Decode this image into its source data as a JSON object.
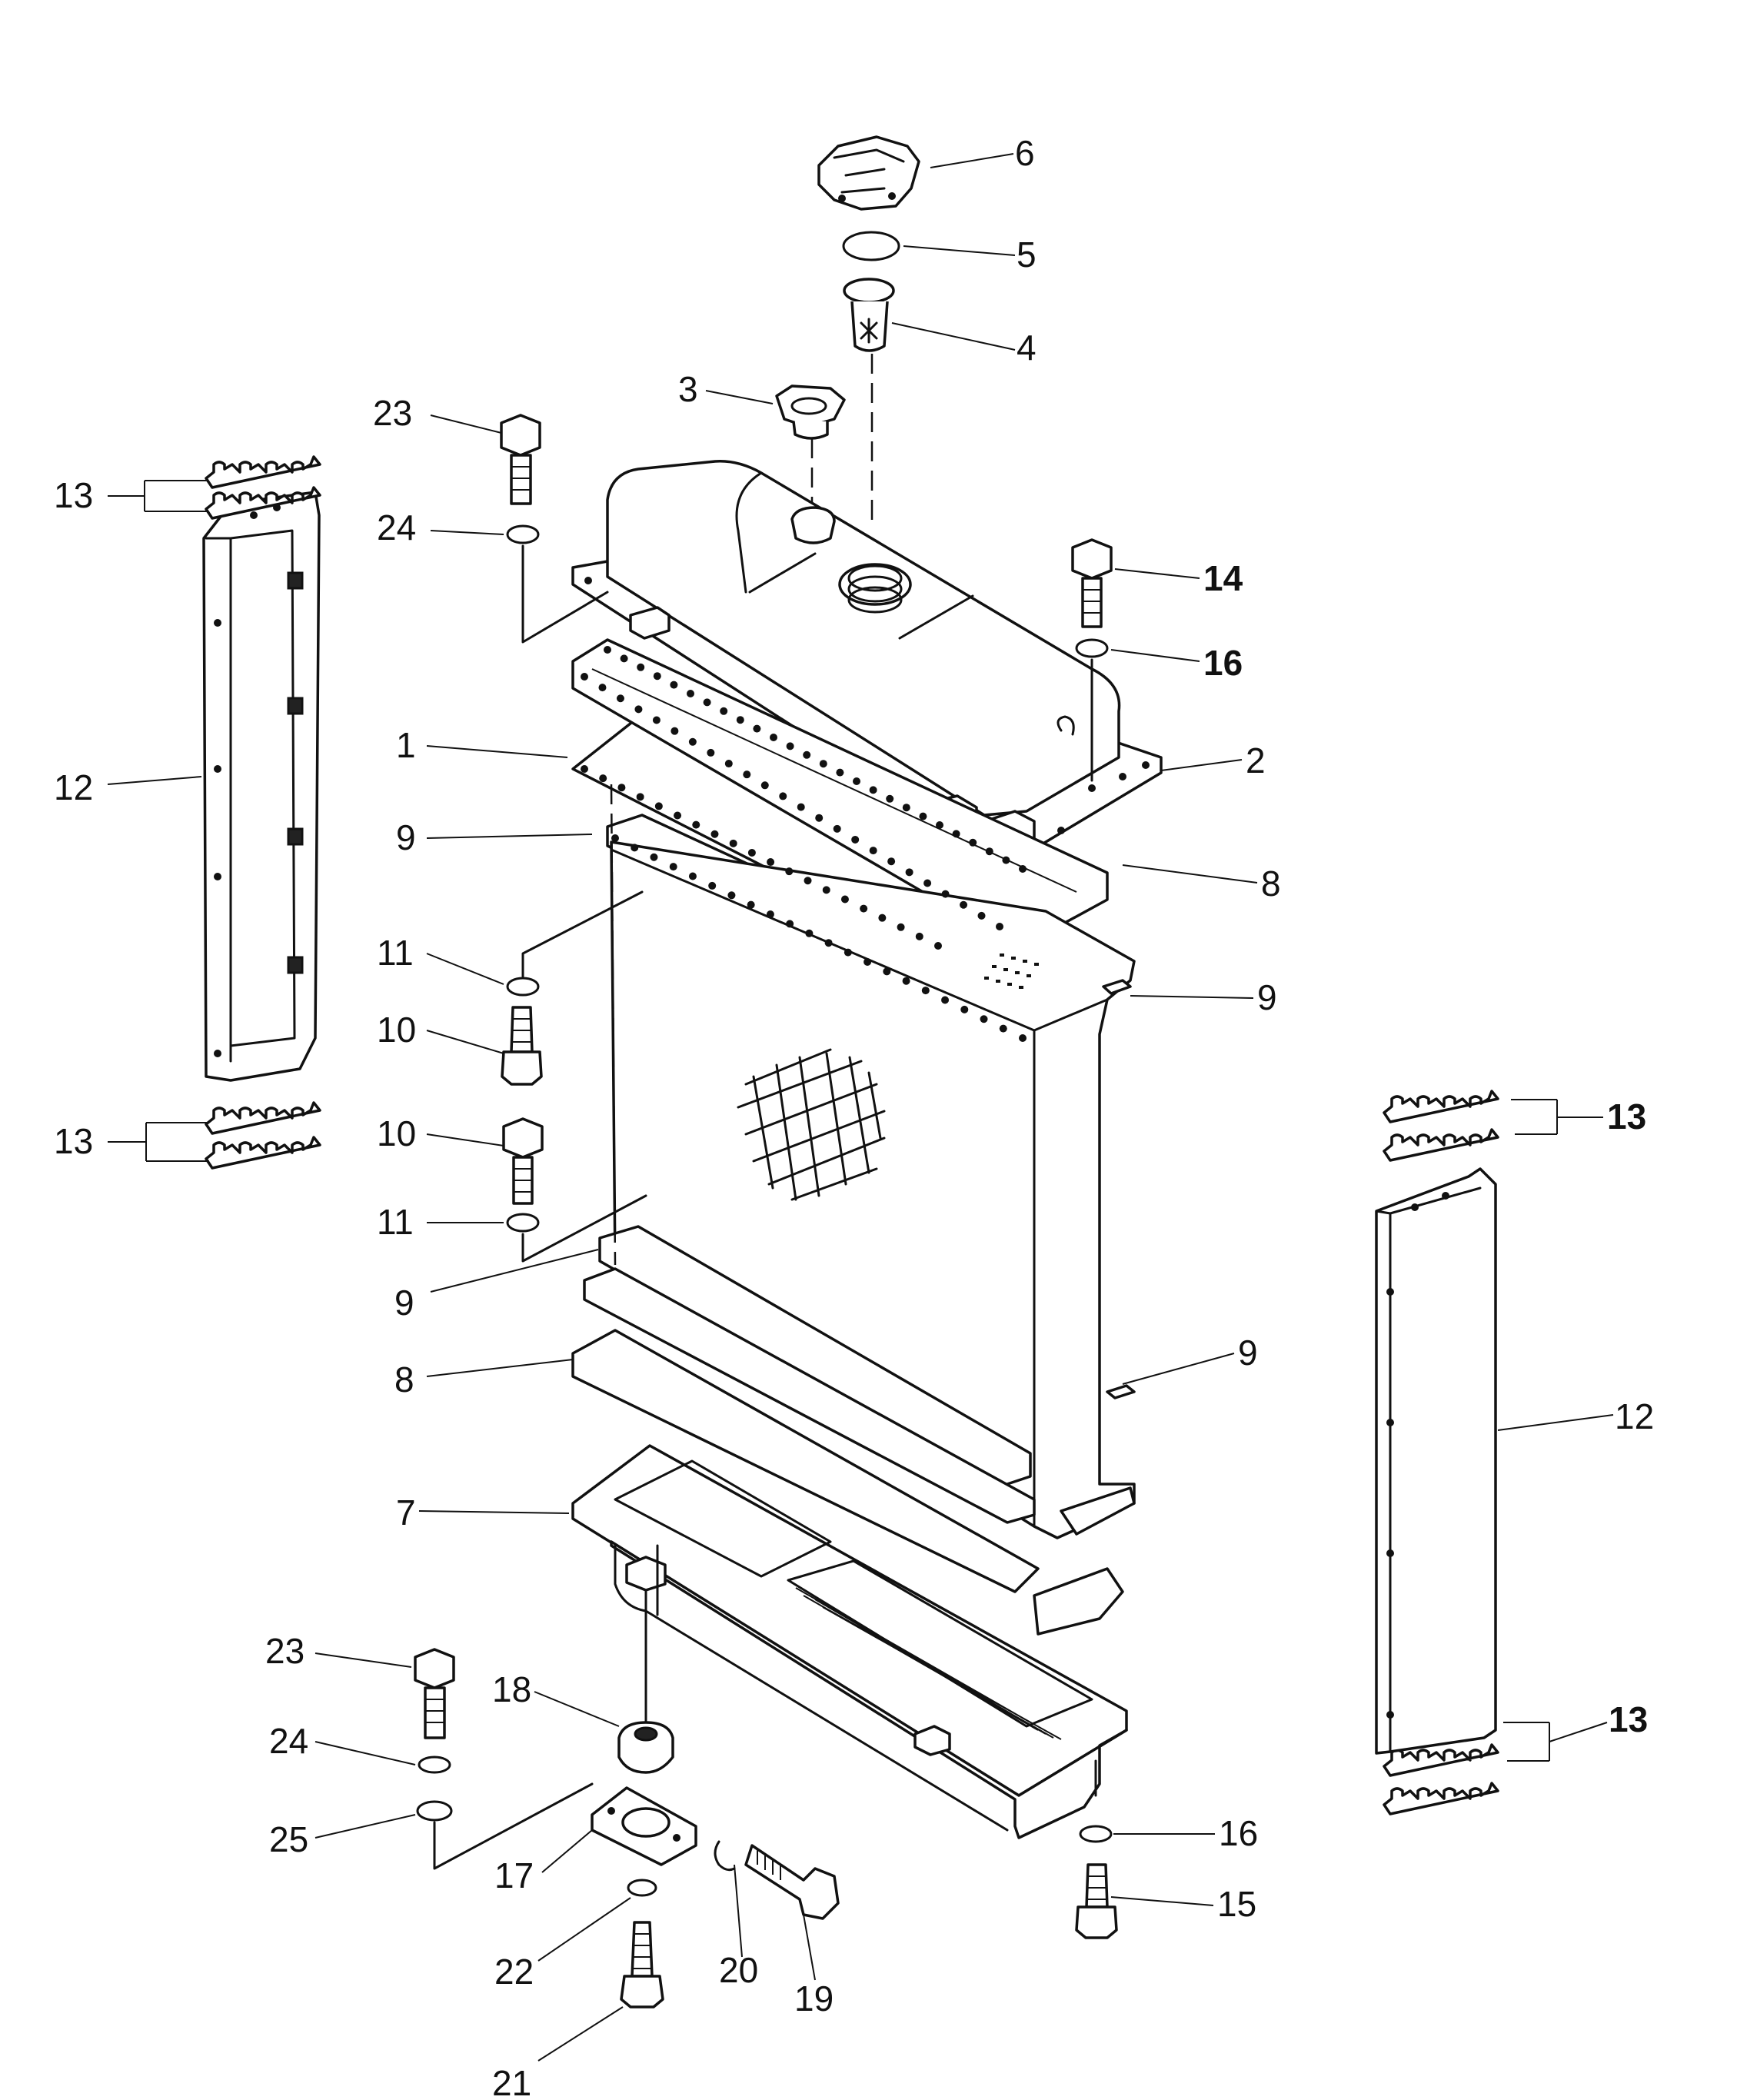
{
  "labels": {
    "l1": "1",
    "l2": "2",
    "l3": "3",
    "l4": "4",
    "l5": "5",
    "l6": "6",
    "l7": "7",
    "l8a": "8",
    "l8b": "8",
    "l9a": "9",
    "l9b": "9",
    "l9c": "9",
    "l9d": "9",
    "l10a": "10",
    "l10b": "10",
    "l11a": "11",
    "l11b": "11",
    "l12a": "12",
    "l12b": "12",
    "l13a": "13",
    "l13b": "13",
    "l13c": "13",
    "l13d": "13",
    "l14": "14",
    "l15": "15",
    "l16a": "16",
    "l16b": "16",
    "l17": "17",
    "l18": "18",
    "l19": "19",
    "l20": "20",
    "l21": "21",
    "l22": "22",
    "l23a": "23",
    "l23b": "23",
    "l24a": "24",
    "l24b": "24",
    "l25": "25"
  }
}
